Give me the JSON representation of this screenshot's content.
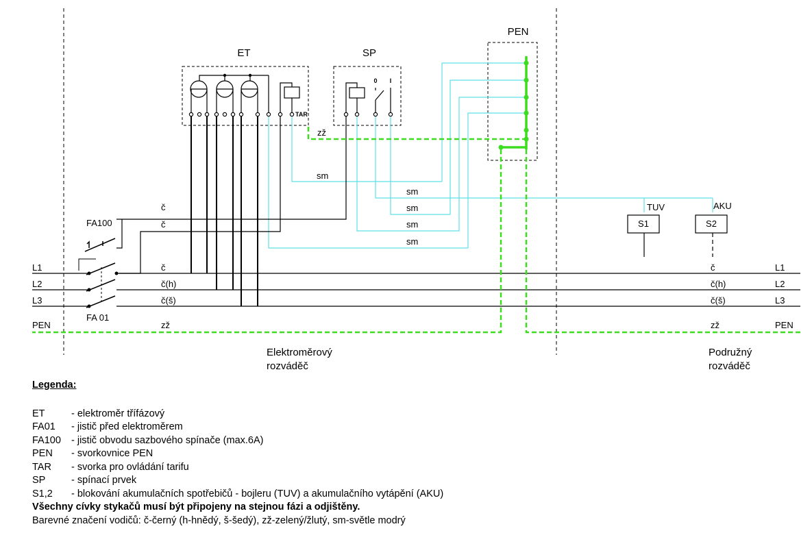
{
  "diagram": {
    "blocks": {
      "et": "ET",
      "sp": "SP",
      "pen": "PEN",
      "tar": "TAR",
      "sp_off": "0",
      "sp_on": "I"
    },
    "breakers": {
      "fa100": "FA100",
      "fa01": "FA 01"
    },
    "wire_labels": {
      "zz_top": "zž",
      "sm_1": "sm",
      "sm_2": "sm",
      "sm_3": "sm",
      "sm_4": "sm",
      "sm_5": "sm",
      "c_1": "č",
      "c_2": "č",
      "c_l1": "č",
      "c_l2": "č(h)",
      "c_l3": "č(š)",
      "zz_pen": "zž",
      "r_c_l1": "č",
      "r_c_l2": "č(h)",
      "r_c_l3": "č(š)",
      "r_zz_pen": "zž"
    },
    "lines_left": {
      "l1": "L1",
      "l2": "L2",
      "l3": "L3",
      "pen": "PEN"
    },
    "lines_right": {
      "l1": "L1",
      "l2": "L2",
      "l3": "L3",
      "pen": "PEN"
    },
    "contactors": {
      "s1": "S1",
      "s2": "S2",
      "tuv": "TUV",
      "aku": "AKU"
    },
    "panels": {
      "meter_1": "Elektroměrový",
      "meter_2": "rozváděč",
      "sub_1": "Podružný",
      "sub_2": "rozváděč"
    },
    "colors": {
      "black": "#000000",
      "green_yellow": "#3cdc1e",
      "light_blue": "#5fe0e8"
    }
  },
  "legend": {
    "title": "Legenda:",
    "items": [
      {
        "abbr": "ET",
        "desc": "- elektroměr třífázový"
      },
      {
        "abbr": "FA01",
        "desc": "- jistič před elektroměrem"
      },
      {
        "abbr": "FA100",
        "desc": "- jistič obvodu sazbového spínače (max.6A)"
      },
      {
        "abbr": "PEN",
        "desc": "- svorkovnice PEN"
      },
      {
        "abbr": "TAR",
        "desc": "- svorka pro ovládání tarifu"
      },
      {
        "abbr": "SP",
        "desc": "- spínací prvek"
      },
      {
        "abbr": "S1,2",
        "desc": "- blokování akumulačních spotřebičů - bojleru (TUV) a akumulačního vytápění (AKU)"
      }
    ],
    "note_bold": "Všechny cívky stykačů musí být připojeny na stejnou fázi a odjištěny.",
    "note_colors": "Barevné značení vodičů: č-černý (h-hnědý, š-šedý), zž-zelený/žlutý, sm-světle modrý"
  }
}
